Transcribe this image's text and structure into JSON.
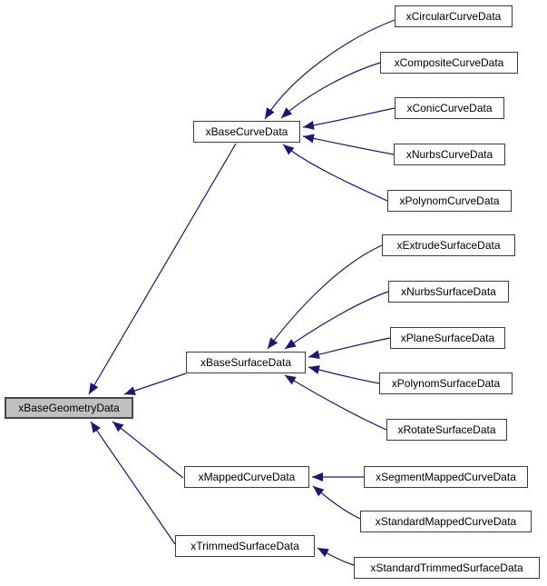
{
  "diagram": {
    "type": "inheritance-graph",
    "colors": {
      "background": "#ffffff",
      "edge": "#191970",
      "node_fill": "#ffffff",
      "node_border": "#3d3d3d",
      "root_fill": "#c0c0c0",
      "text": "#000000"
    },
    "nodes": [
      {
        "label": "xBaseGeometryData",
        "highlighted": true
      },
      {
        "label": "xBaseCurveData"
      },
      {
        "label": "xBaseSurfaceData"
      },
      {
        "label": "xMappedCurveData"
      },
      {
        "label": "xTrimmedSurfaceData"
      },
      {
        "label": "xCircularCurveData"
      },
      {
        "label": "xCompositeCurveData"
      },
      {
        "label": "xConicCurveData"
      },
      {
        "label": "xNurbsCurveData"
      },
      {
        "label": "xPolynomCurveData"
      },
      {
        "label": "xExtrudeSurfaceData"
      },
      {
        "label": "xNurbsSurfaceData"
      },
      {
        "label": "xPlaneSurfaceData"
      },
      {
        "label": "xPolynomSurfaceData"
      },
      {
        "label": "xRotateSurfaceData"
      },
      {
        "label": "xSegmentMappedCurveData"
      },
      {
        "label": "xStandardMappedCurveData"
      },
      {
        "label": "xStandardTrimmedSurfaceData"
      }
    ],
    "edges": [
      {
        "from": "xBaseCurveData",
        "to": "xBaseGeometryData"
      },
      {
        "from": "xBaseSurfaceData",
        "to": "xBaseGeometryData"
      },
      {
        "from": "xMappedCurveData",
        "to": "xBaseGeometryData"
      },
      {
        "from": "xTrimmedSurfaceData",
        "to": "xBaseGeometryData"
      },
      {
        "from": "xCircularCurveData",
        "to": "xBaseCurveData"
      },
      {
        "from": "xCompositeCurveData",
        "to": "xBaseCurveData"
      },
      {
        "from": "xConicCurveData",
        "to": "xBaseCurveData"
      },
      {
        "from": "xNurbsCurveData",
        "to": "xBaseCurveData"
      },
      {
        "from": "xPolynomCurveData",
        "to": "xBaseCurveData"
      },
      {
        "from": "xExtrudeSurfaceData",
        "to": "xBaseSurfaceData"
      },
      {
        "from": "xNurbsSurfaceData",
        "to": "xBaseSurfaceData"
      },
      {
        "from": "xPlaneSurfaceData",
        "to": "xBaseSurfaceData"
      },
      {
        "from": "xPolynomSurfaceData",
        "to": "xBaseSurfaceData"
      },
      {
        "from": "xRotateSurfaceData",
        "to": "xBaseSurfaceData"
      },
      {
        "from": "xSegmentMappedCurveData",
        "to": "xMappedCurveData"
      },
      {
        "from": "xStandardMappedCurveData",
        "to": "xMappedCurveData"
      },
      {
        "from": "xStandardTrimmedSurfaceData",
        "to": "xTrimmedSurfaceData"
      }
    ]
  }
}
